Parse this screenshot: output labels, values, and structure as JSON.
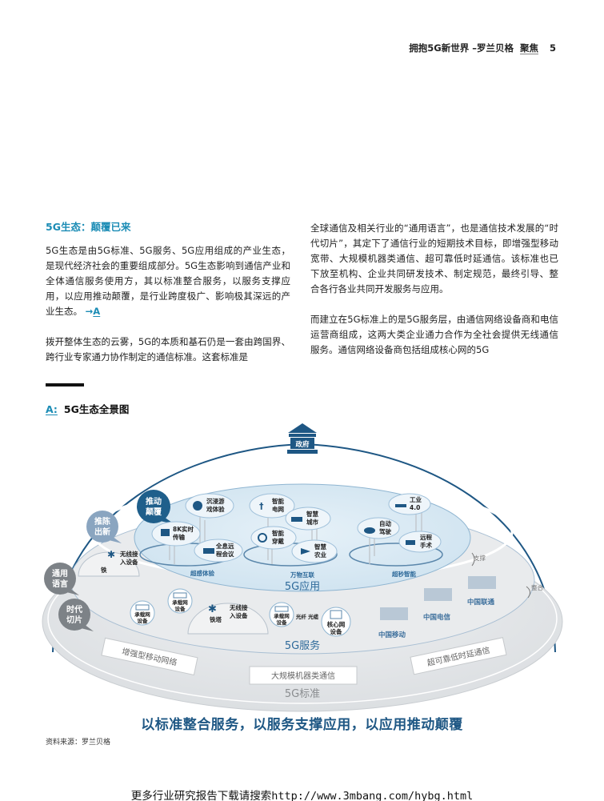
{
  "header": {
    "title": "拥抱5G新世界 –罗兰贝格",
    "section": "聚焦",
    "page_number": "5"
  },
  "article": {
    "section_title": "5G生态：颠覆已来",
    "left_paragraphs": [
      "5G生态是由5G标准、5G服务、5G应用组成的产业生态，是现代经济社会的重要组成部分。5G生态影响到通信产业和全体通信服务使用方，其以标准整合服务，以服务支撑应用，以应用推动颠覆，是行业跨度极广、影响极其深远的产业生态。",
      "拨开整体生态的云雾，5G的本质和基石仍是一套由跨国界、跨行业专家通力协作制定的通信标准。这套标准是"
    ],
    "figure_ref_arrow": "→",
    "figure_ref_label": "A",
    "right_paragraphs": [
      "全球通信及相关行业的“通用语言”，也是通信技术发展的“时代切片”，其定下了通信行业的短期技术目标，即增强型移动宽带、大规模机器类通信、超可靠低时延通信。该标准也已下放至机构、企业共同研发技术、制定规范，最终引导、整合各行各业共同开发服务与应用。",
      "而建立在5G标准上的是5G服务层，由通信网络设备商和电信运营商组成，这两大类企业通力合作为全社会提供无线通信服务。通信网络设备商包括组成核心网的5G"
    ]
  },
  "figure": {
    "tag": "A:",
    "title": "5G生态全景图",
    "government": "政府",
    "bubbles": {
      "disrupt": [
        "推动",
        "颠覆"
      ],
      "innovate": [
        "推陈",
        "出新"
      ],
      "common_language": [
        "通用",
        "语言"
      ],
      "era_slice": [
        "时代",
        "切片"
      ]
    },
    "application_layer": {
      "label": "5G应用",
      "groups": [
        {
          "label": "超感体验",
          "items": [
            [
              "沉浸游",
              "戏体验"
            ],
            [
              "8K实时",
              "传输"
            ],
            [
              "全息远",
              "程会议"
            ]
          ]
        },
        {
          "label": "万物互联",
          "items": [
            [
              "智能",
              "电网"
            ],
            [
              "智慧",
              "城市"
            ],
            [
              "智能",
              "穿戴"
            ],
            [
              "智慧",
              "农业"
            ]
          ]
        },
        {
          "label": "超秒智能",
          "items": [
            [
              "工业",
              "4.0"
            ],
            [
              "自动",
              "驾驶"
            ],
            [
              "远程",
              "手术"
            ]
          ]
        }
      ]
    },
    "service_layer": {
      "label": "5G服务",
      "tower": "铁塔",
      "wireless_access": [
        "无线接",
        "入设备"
      ],
      "bearer_network": [
        "承载网",
        "设备"
      ],
      "fiber": "光纤 光缆",
      "core_network": [
        "核心网",
        "设备"
      ],
      "operators": [
        "中国移动",
        "中国电信",
        "中国联通"
      ]
    },
    "arrows": {
      "support": "支撑",
      "integrate": "整合"
    },
    "standard_layer": {
      "label": "5G标准",
      "pillars": [
        "增强型移动网络",
        "大规模机器类通信",
        "超可靠低时延通信"
      ]
    }
  },
  "slogan": "以标准整合服务，以服务支撑应用，以应用推动颠覆",
  "source": "资料来源：罗兰贝格",
  "footer": {
    "text_cn": "更多行业研究报告下载请搜索",
    "url": "http://www.3mbang.com/hybg.html"
  },
  "colors": {
    "accent_teal": "#1b8cb5",
    "navy": "#1e5784",
    "bubble_dark": "#1f5f8b",
    "bubble_light": "#8aa5c0",
    "bubble_gray": "#7d8287",
    "app_disc": "#d7e8f3",
    "platform": "#e6e8ea"
  }
}
